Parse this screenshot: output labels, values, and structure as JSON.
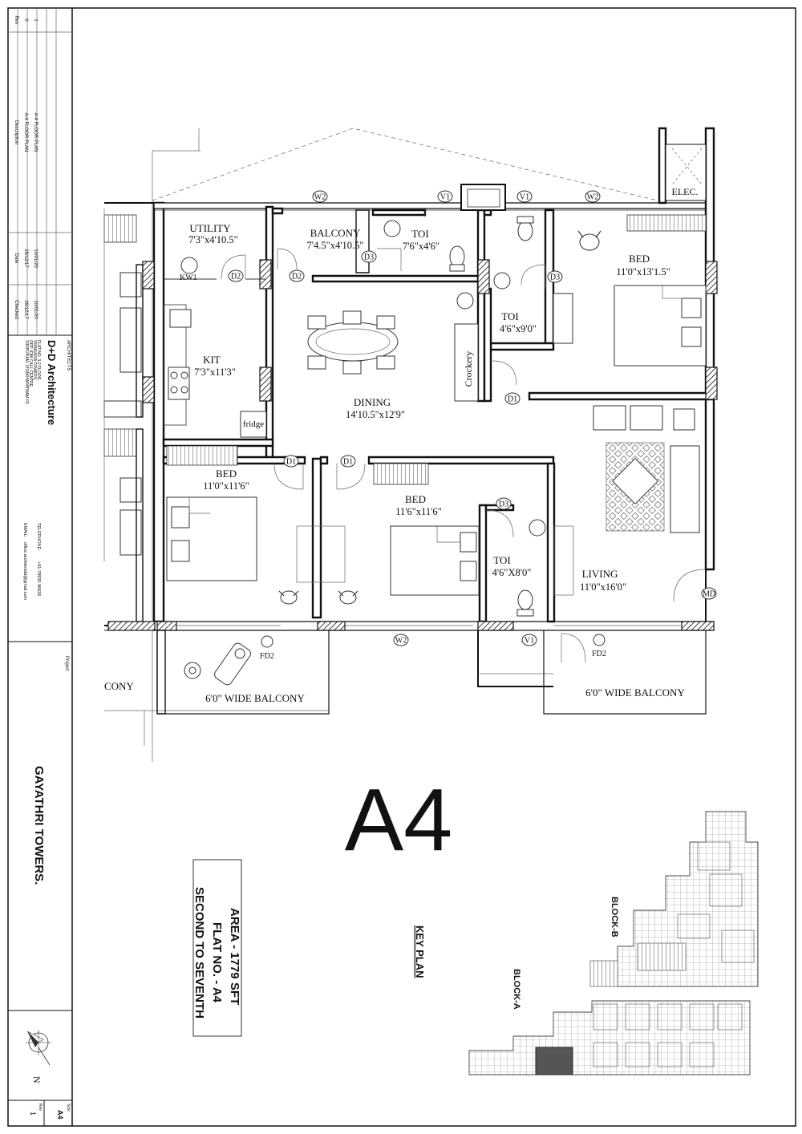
{
  "title_block": {
    "revisions": {
      "header": [
        "Rev",
        "Description",
        "Date",
        "Checked"
      ],
      "rows": [
        {
          "rev": "0",
          "description": "A-4 FLOOR PLAN",
          "date": "29/12/17",
          "checked": "29/12/17"
        },
        {
          "rev": "1",
          "description": "A-4 FLOOR PLAN",
          "date": "10/01/20",
          "checked": "10/01/20"
        }
      ]
    },
    "architects_label": "ARCHITECTS",
    "firm_name": "D+D Architecture",
    "address": [
      "FLAT NO. 3-2 FLOOR,",
      "SRINIVASA TOWERS,",
      "OPP. IDBI CALL CENTRE,",
      "SIRIPURAM, VISAKHAPATNAM-03."
    ],
    "telephone_label": "TELEPHONE:",
    "telephone": "+91-78930 96626",
    "email_label": "EMAIL:",
    "email": "office.architectdd@gmail.com",
    "project_label": "Project",
    "project_name": "GAYATHRI TOWERS.",
    "north_label": "N",
    "size_label": "Size",
    "size_value": "A4",
    "rev_label": "Rev",
    "rev_value": "1"
  },
  "plan": {
    "rooms": [
      {
        "name": "UTILITY",
        "size": "7'3\"x4'10.5\""
      },
      {
        "name": "BALCONY",
        "size": "7'4.5\"x4'10.5\""
      },
      {
        "name": "TOI",
        "size": "7'6\"x4'6\""
      },
      {
        "name": "BED",
        "size": "11'0\"x13'1.5\""
      },
      {
        "name": "TOI",
        "size": "4'6\"x9'0\""
      },
      {
        "name": "KIT",
        "size": "7'3\"x11'3\""
      },
      {
        "name": "DINING",
        "size": "14'10.5\"x12'9\""
      },
      {
        "name": "BED",
        "size": "11'0\"x11'6\""
      },
      {
        "name": "BED",
        "size": "11'6\"x11'6\""
      },
      {
        "name": "TOI",
        "size": "4'6\"X8'0\""
      },
      {
        "name": "LIVING",
        "size": "11'0\"x16'0\""
      }
    ],
    "labels": {
      "elec": "ELEC.",
      "crockery": "Crockery",
      "fridge": "fridge",
      "balcony_left": "6'0\" WIDE BALCONY",
      "balcony_right": "6'0\" WIDE BALCONY",
      "balcony_partial": "CONY"
    },
    "tags": {
      "w2": "W2",
      "v1": "V1",
      "d1": "D1",
      "d2": "D2",
      "d3": "D3",
      "kw1": "KW1",
      "md": "MD",
      "fd2": "FD2"
    }
  },
  "flat_code": "A4",
  "info": {
    "area": "AREA - 1779 SFT",
    "flat_no": "FLAT NO. - A4",
    "floors": "SECOND TO SEVENTH"
  },
  "key_plan": {
    "title": "KEY PLAN",
    "block_b": "BLOCK-B",
    "block_a": "BLOCK-A"
  }
}
